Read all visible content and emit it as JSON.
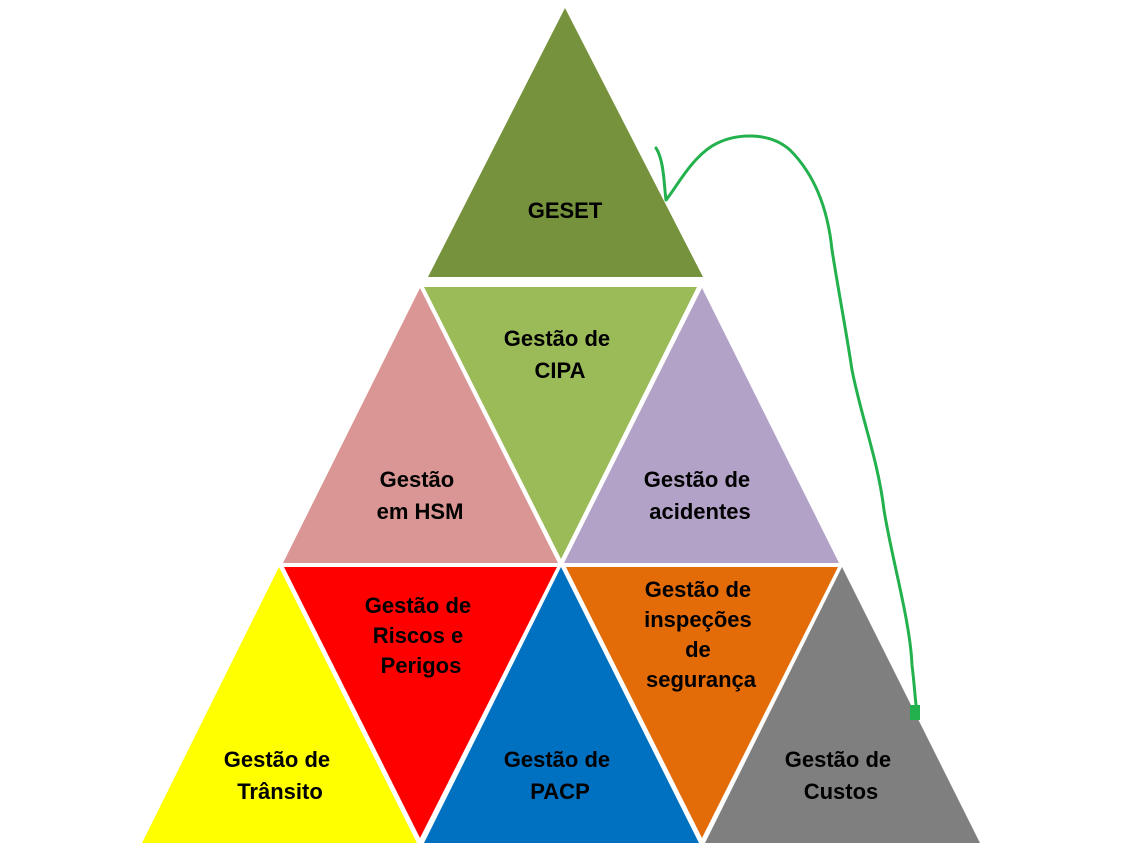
{
  "background": "#ffffff",
  "triangles": [
    {
      "id": "geset",
      "lines": [
        "GESET"
      ],
      "color": "#76923c",
      "text_color": "#000000"
    },
    {
      "id": "cipa",
      "lines": [
        "Gestão de",
        "CIPA"
      ],
      "color": "#9bbb59",
      "text_color": "#000000"
    },
    {
      "id": "hsm",
      "lines": [
        "Gestão",
        "em HSM"
      ],
      "color": "#d99694",
      "text_color": "#000000"
    },
    {
      "id": "acidentes",
      "lines": [
        "Gestão de",
        "acidentes"
      ],
      "color": "#b2a2c7",
      "text_color": "#000000"
    },
    {
      "id": "transito",
      "lines": [
        "Gestão de",
        "Trânsito"
      ],
      "color": "#ffff00",
      "text_color": "#000000"
    },
    {
      "id": "riscos",
      "lines": [
        "Gestão de",
        "Riscos e",
        "Perigos"
      ],
      "color": "#ff0000",
      "text_color": "#000000"
    },
    {
      "id": "pacp",
      "lines": [
        "Gestão de",
        "PACP"
      ],
      "color": "#0070c0",
      "text_color": "#000000"
    },
    {
      "id": "inspecoes",
      "lines": [
        "Gestão de",
        "inspeções",
        "de",
        "segurança"
      ],
      "color": "#e36c09",
      "text_color": "#000000"
    },
    {
      "id": "custos",
      "lines": [
        "Gestão de",
        "Custos"
      ],
      "color": "#7f7f7f",
      "text_color": "#000000"
    }
  ],
  "connector": {
    "color": "#22b14c"
  }
}
